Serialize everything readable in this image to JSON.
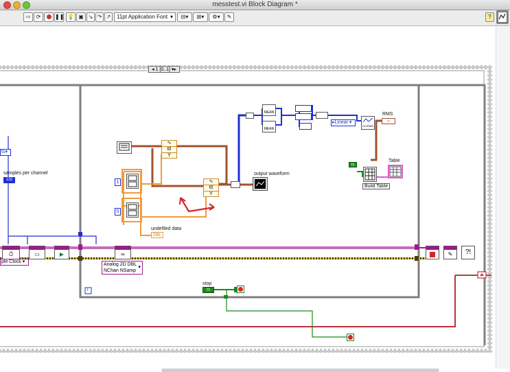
{
  "window": {
    "title": "messtest.vi Block Diagram *"
  },
  "toolbar": {
    "font_label": "11pt Application Font"
  },
  "selector": {
    "text": "1 [0..1]"
  },
  "labels": {
    "samples_per_channel": "samples per channel",
    "output_waveform": "output waveform",
    "undefiled_data": "undefiled data",
    "rms": "RMS",
    "table": "Table",
    "build_table": "Build Table",
    "stop": "stop",
    "sample_clock": "ple Clock",
    "analog_line1": "Analog 2D DBL",
    "analog_line2": "NChan NSamp",
    "mean1": "MEAN",
    "mean2": "MEAN",
    "linear": "Linear",
    "dcrms": "DC/RMS",
    "t0a": "t0",
    "t0b": "t0",
    "ya": "Y",
    "yb": "Y",
    "const_1": "1",
    "const_0": "0",
    "cut": "ts",
    "i_label": "i",
    "bool_const": "TF",
    "dbl_ind": "DBL",
    "numeric_ind": "132"
  },
  "colors": {
    "wire_waveform": "#a0522d",
    "wire_dbl": "#f39a3b",
    "wire_blue": "#1f2fd0",
    "wire_task": "#a1178f",
    "wire_error": "#c9bb2a",
    "wire_bool": "#1a8a1a",
    "frame": "#7f7f7f"
  }
}
